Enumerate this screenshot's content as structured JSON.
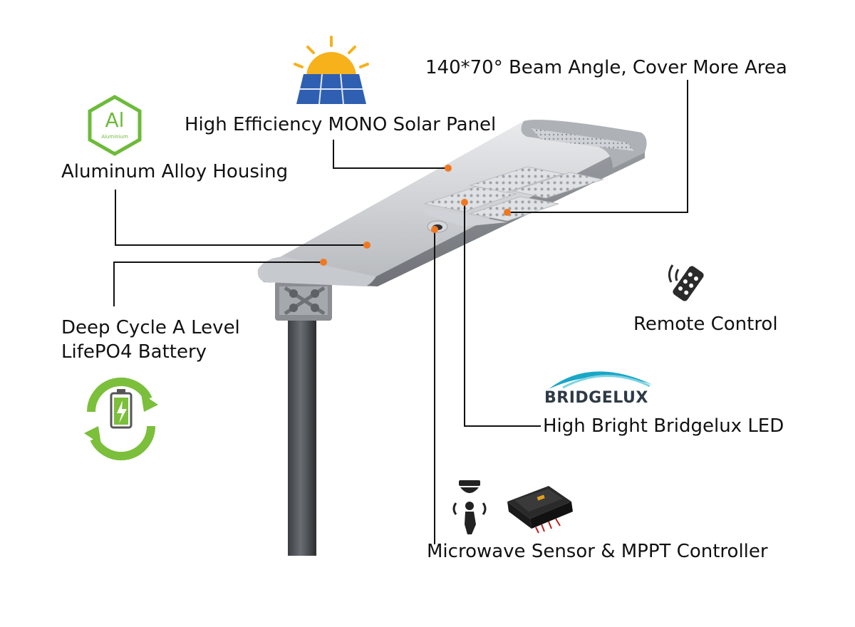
{
  "callouts": {
    "beam_angle": "140*70° Beam Angle, Cover More Area",
    "solar_panel": "High Efficiency MONO Solar Panel",
    "housing": "Aluminum Alloy Housing",
    "battery_line1": "Deep Cycle A Level",
    "battery_line2": "LifePO4 Battery",
    "remote": "Remote Control",
    "led": "High Bright Bridgelux LED",
    "sensor_controller": "Microwave Sensor & MPPT Controller"
  },
  "badges": {
    "aluminium_symbol": "Al",
    "aluminium_caption": "Aluminium",
    "bridgelux_logo": "BRIDGELUX"
  },
  "icons": [
    "sun-icon",
    "solar-panel-icon",
    "aluminium-hexagon-icon",
    "battery-recycle-icon",
    "remote-control-icon",
    "bridgelux-logo",
    "microwave-sensor-icon",
    "mppt-controller-icon"
  ],
  "colors": {
    "marker": "#f07820",
    "leader_line": "#111111",
    "eco_green": "#7bbf3b",
    "sun": "#f6b11b",
    "solar_cell": "#2f5fb0",
    "bridgelux_swoosh": "#1aa6c6"
  }
}
